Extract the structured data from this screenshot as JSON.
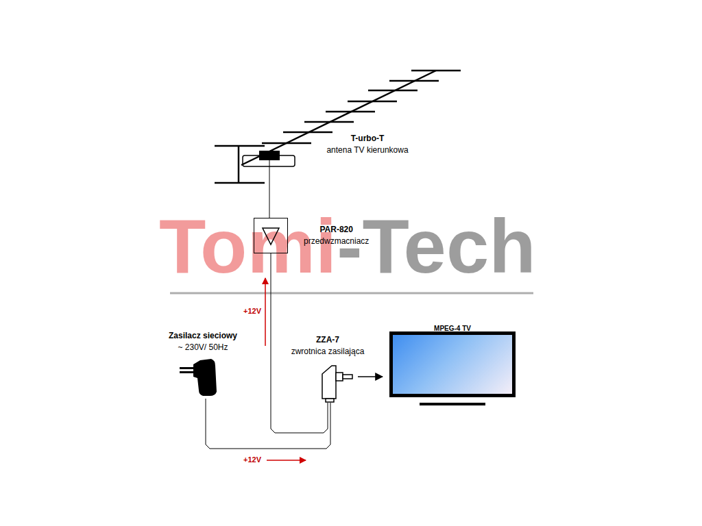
{
  "diagram": {
    "nodes": [
      {
        "text": [
          "T-urbo-T",
          "antena TV kierunkowa"
        ]
      },
      {
        "text": [
          "PAR-820",
          "przedwzmacniacz"
        ]
      },
      {
        "text": [
          "Zasilacz sieciowy",
          "~ 230V/ 50Hz"
        ]
      },
      {
        "text": [
          "ZZA-7",
          "zwrotnica zasilająca"
        ]
      },
      {
        "text": [
          "MPEG-4 TV"
        ]
      }
    ],
    "edges": [
      {
        "from": 0,
        "to": 1,
        "arrow": "none"
      },
      {
        "from": 1,
        "to": 3,
        "label": "+12V",
        "arrow": "none"
      },
      {
        "from": 2,
        "to": 3,
        "label": "+12V",
        "arrow": "none"
      },
      {
        "from": 3,
        "to": 4,
        "arrow": "to"
      }
    ],
    "labels": [
      "Tomi-Tech"
    ]
  }
}
